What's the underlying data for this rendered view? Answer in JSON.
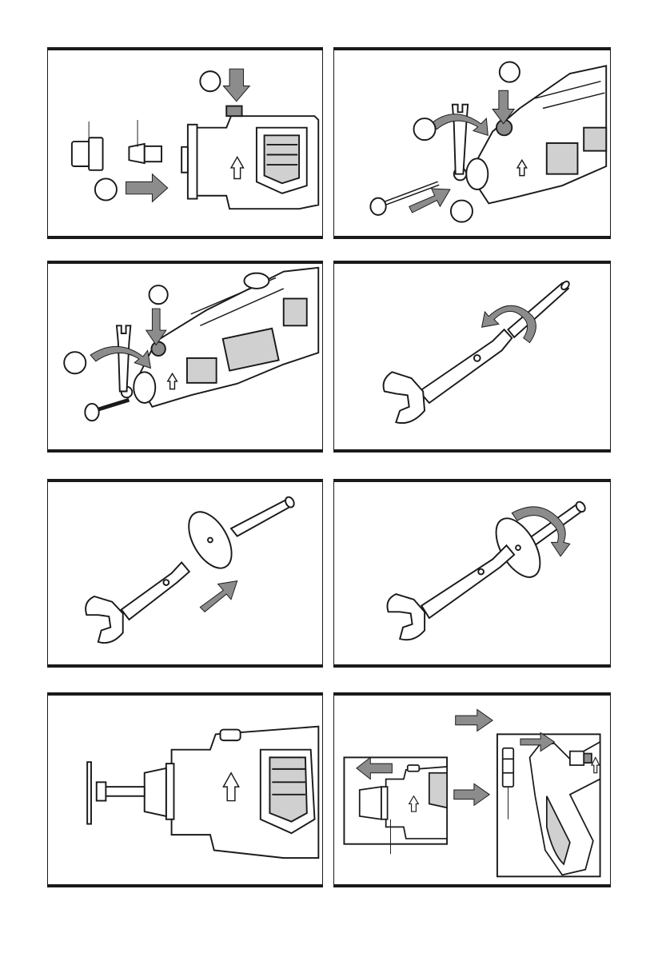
{
  "figure": {
    "panel_count": 8,
    "colors": {
      "outline": "#1a1a1a",
      "fill_gray": "#8c8c8c",
      "light_gray": "#c9c9c9",
      "background": "#ffffff"
    },
    "panels": [
      {
        "name": "remove-collet-nut",
        "icons": [
          "collet-nut-icon",
          "collet-icon",
          "push-arrow-icon",
          "right-arrow-icon",
          "up-arrow-icon"
        ]
      },
      {
        "name": "insert-mandrel-lock",
        "icons": [
          "wrench-icon",
          "rotate-arrow-icon",
          "push-arrow-icon",
          "mandrel-icon"
        ]
      },
      {
        "name": "tighten-mandrel",
        "icons": [
          "wrench-icon",
          "rotate-arrow-icon",
          "push-arrow-icon"
        ]
      },
      {
        "name": "loosen-mandrel-screw",
        "icons": [
          "wrench-icon",
          "rotate-arrow-icon"
        ]
      },
      {
        "name": "attach-cutting-disc",
        "icons": [
          "wrench-icon",
          "cutting-disc-icon",
          "push-arrow-icon"
        ]
      },
      {
        "name": "tighten-cutting-disc",
        "icons": [
          "wrench-icon",
          "cutting-disc-icon",
          "rotate-arrow-icon"
        ]
      },
      {
        "name": "disc-mounted-on-tool",
        "icons": [
          "cutting-disc-icon",
          "up-arrow-icon"
        ]
      },
      {
        "name": "remove-nose-cap-attachment",
        "icons": [
          "left-arrow-icon",
          "right-arrow-icon",
          "up-arrow-icon"
        ]
      }
    ]
  }
}
